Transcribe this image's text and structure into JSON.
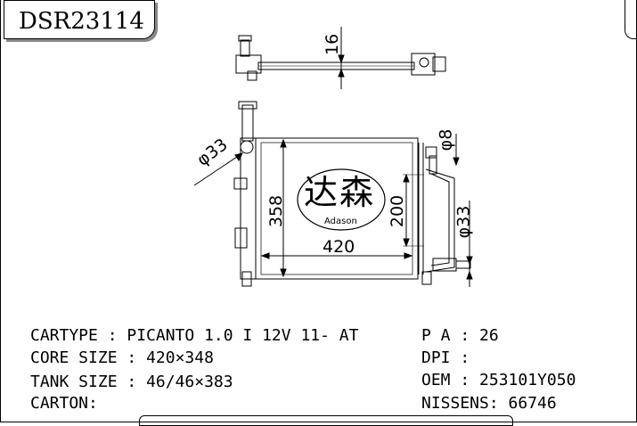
{
  "product_code": "DSR23114",
  "brand": {
    "logo_text": "达森",
    "name": "Adason"
  },
  "dimensions": {
    "top_thickness": "16",
    "inlet_diameter": "φ33",
    "outlet_diameter": "φ33",
    "small_diameter": "φ8",
    "height": "358",
    "width": "420",
    "tank_height": "200"
  },
  "specs": {
    "cartype": {
      "label": "CARTYPE",
      "value": "PICANTO 1.0 I 12V 11- AT"
    },
    "core_size": {
      "label": "CORE SIZE",
      "value": "420×348"
    },
    "tank_size": {
      "label": "TANK SIZE",
      "value": "46/46×383"
    },
    "carton": {
      "label": "CARTON",
      "value": ""
    },
    "pa": {
      "label": "P A",
      "value": "26"
    },
    "dpi": {
      "label": "DPI",
      "value": ""
    },
    "oem": {
      "label": "OEM",
      "value": "253101Y050"
    },
    "nissens": {
      "label": "NISSENS",
      "value": "66746"
    }
  }
}
